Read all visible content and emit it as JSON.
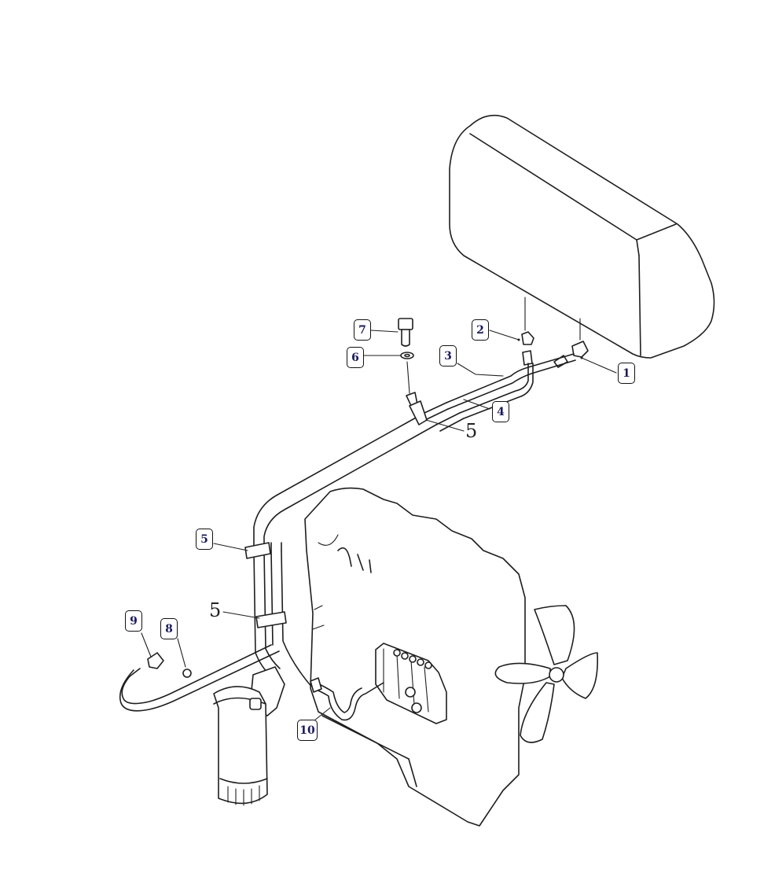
{
  "callouts": {
    "c1": "1",
    "c2": "2",
    "c3": "3",
    "c4": "4",
    "c5": "5",
    "c6": "6",
    "c7": "7",
    "c8": "8",
    "c9": "9",
    "c10": "10"
  },
  "plain_labels": {
    "p5a": "5",
    "p5b": "5"
  },
  "colors": {
    "callout_text": "#1a1a5e",
    "line": "#1e1e1e"
  }
}
